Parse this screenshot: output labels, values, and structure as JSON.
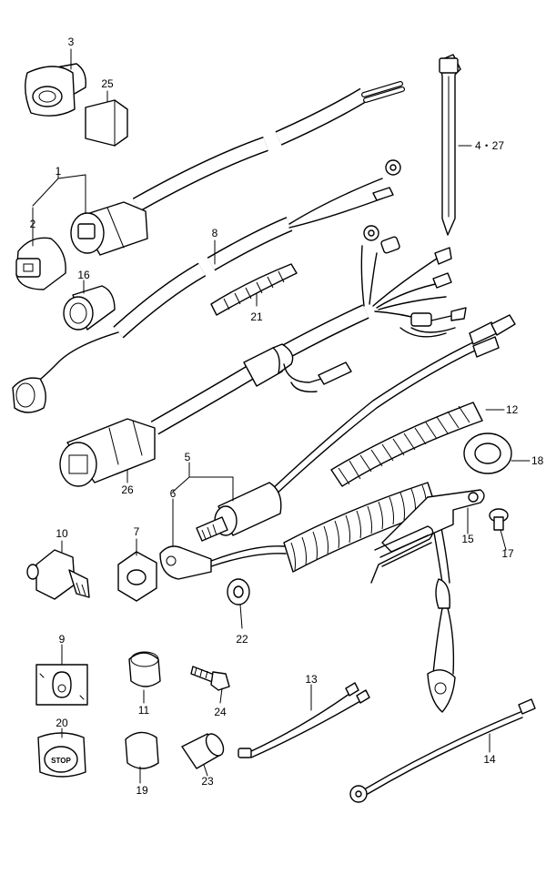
{
  "callouts": [
    {
      "id": "c1",
      "text": "1"
    },
    {
      "id": "c2",
      "text": "2"
    },
    {
      "id": "c3",
      "text": "3"
    },
    {
      "id": "c4-27",
      "text": "4・27"
    },
    {
      "id": "c5",
      "text": "5"
    },
    {
      "id": "c6",
      "text": "6"
    },
    {
      "id": "c7",
      "text": "7"
    },
    {
      "id": "c8",
      "text": "8"
    },
    {
      "id": "c9",
      "text": "9"
    },
    {
      "id": "c10",
      "text": "10"
    },
    {
      "id": "c11",
      "text": "11"
    },
    {
      "id": "c12",
      "text": "12"
    },
    {
      "id": "c13",
      "text": "13"
    },
    {
      "id": "c14",
      "text": "14"
    },
    {
      "id": "c15",
      "text": "15"
    },
    {
      "id": "c16",
      "text": "16"
    },
    {
      "id": "c17",
      "text": "17"
    },
    {
      "id": "c18",
      "text": "18"
    },
    {
      "id": "c19",
      "text": "19"
    },
    {
      "id": "c20",
      "text": "20"
    },
    {
      "id": "c21",
      "text": "21"
    },
    {
      "id": "c22",
      "text": "22"
    },
    {
      "id": "c23",
      "text": "23"
    },
    {
      "id": "c24",
      "text": "24"
    },
    {
      "id": "c25",
      "text": "25"
    },
    {
      "id": "c26",
      "text": "26"
    }
  ],
  "stop_plate_text": "STOP"
}
